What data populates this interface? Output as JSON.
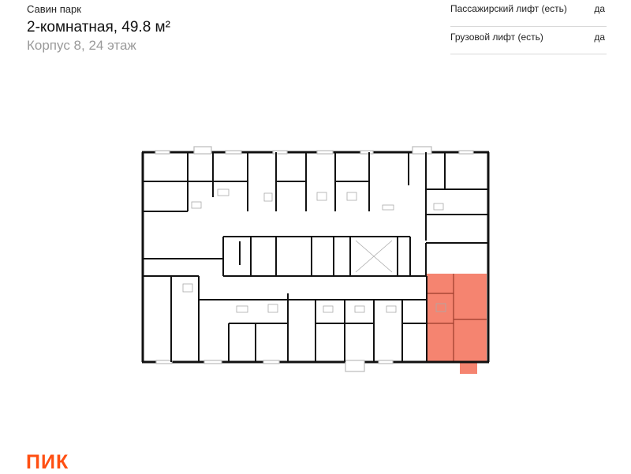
{
  "header": {
    "project": "Савин парк",
    "apartment": "2-комнатная, 49.8 м²",
    "location": "Корпус 8, 24 этаж"
  },
  "features": [
    {
      "label": "Пассажирский лифт (есть)",
      "value": "да"
    },
    {
      "label": "Грузовой лифт (есть)",
      "value": "да"
    }
  ],
  "brand": {
    "logo_text": "ПИК",
    "color": "#ff4f12"
  },
  "plan": {
    "highlight_color": "#f58470",
    "wall_color": "#111111"
  }
}
